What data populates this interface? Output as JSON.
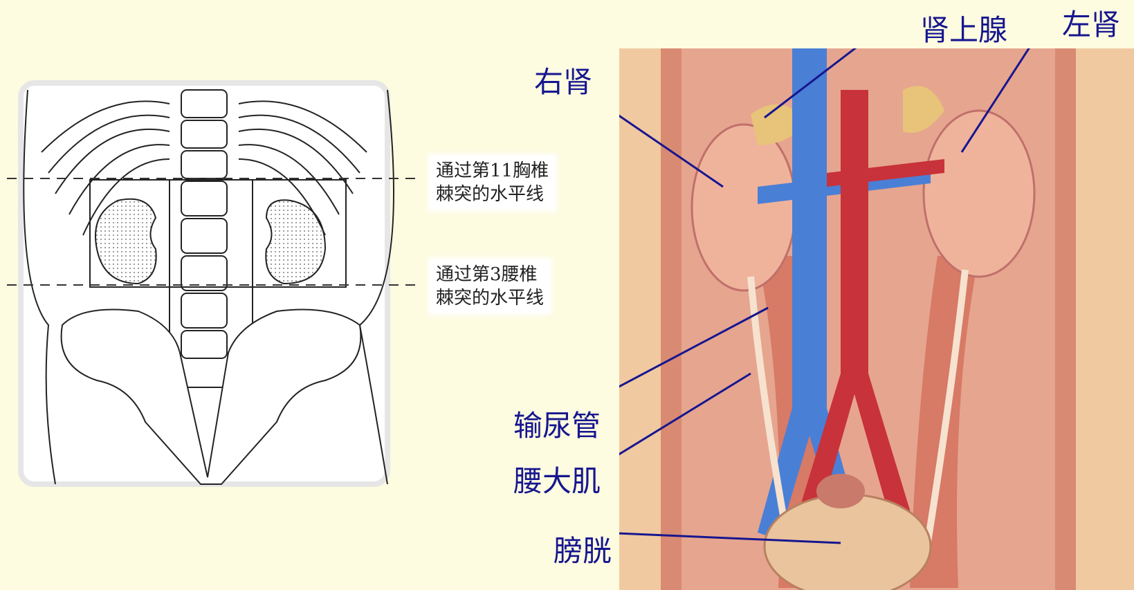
{
  "left_diagram": {
    "plane_labels": [
      {
        "line1": "通过第11胸椎",
        "line2": "棘突的水平线"
      },
      {
        "line1": "通过第3腰椎",
        "line2": "棘突的水平线"
      }
    ]
  },
  "right_diagram": {
    "labels": {
      "adrenal": "肾上腺",
      "left_kidney": "左肾",
      "right_kidney": "右肾",
      "ureter": "输尿管",
      "psoas": "腰大肌",
      "bladder": "膀胱"
    }
  },
  "colors": {
    "background": "#fdfbe0",
    "label_text": "#16168f",
    "vein": "#4a7fd6",
    "artery": "#c8323a"
  }
}
